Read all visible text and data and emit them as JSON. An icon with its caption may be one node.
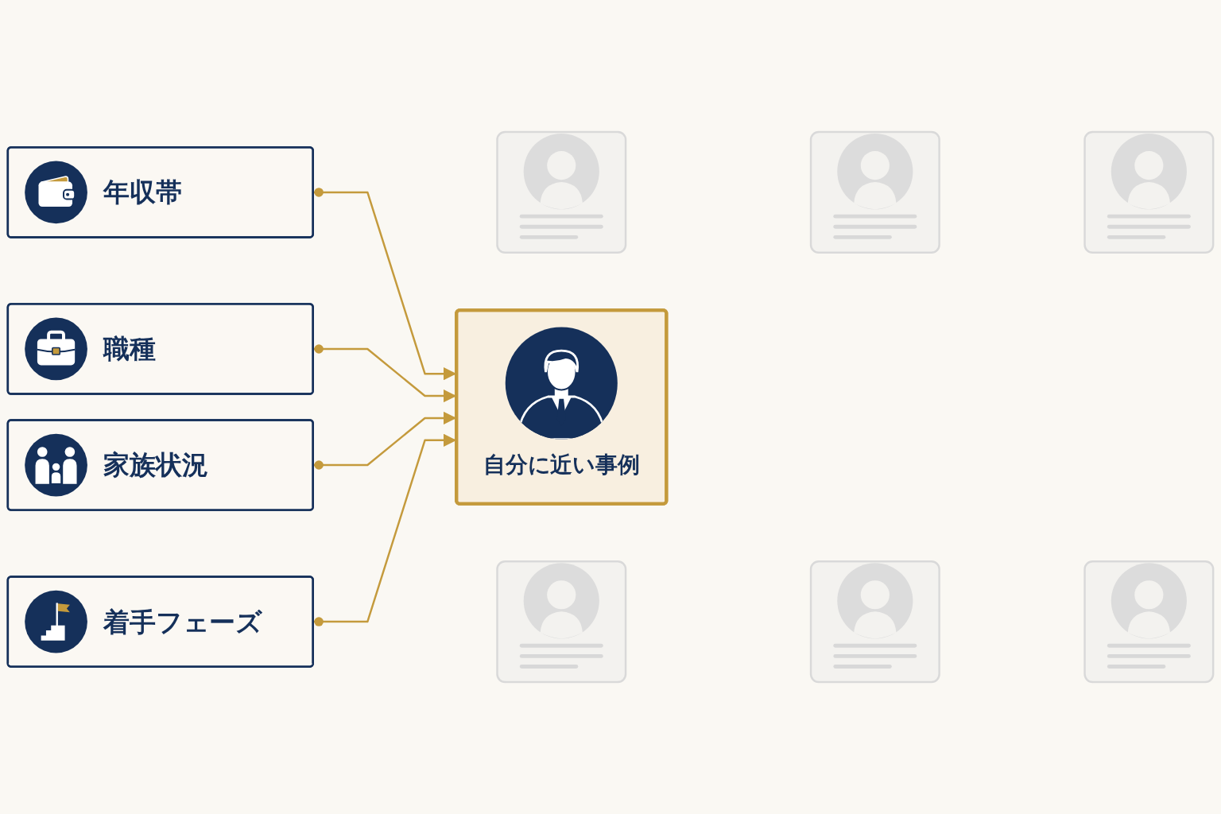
{
  "diagram": {
    "nodes": [
      {
        "text": [
          "年収帯"
        ]
      },
      {
        "text": [
          "職種"
        ]
      },
      {
        "text": [
          "家族状況"
        ]
      },
      {
        "text": [
          "着手フェーズ"
        ]
      },
      {
        "text": [],
        "shape": "box"
      },
      {
        "text": [],
        "shape": "box"
      },
      {
        "text": [],
        "shape": "box"
      },
      {
        "text": [
          "自分に近い事例"
        ]
      },
      {
        "text": [],
        "shape": "box"
      },
      {
        "text": [],
        "shape": "box"
      },
      {
        "text": [],
        "shape": "box"
      }
    ],
    "edges": [
      {
        "from": 0,
        "to": 7,
        "arrow": "to"
      },
      {
        "from": 1,
        "to": 7,
        "arrow": "to"
      },
      {
        "from": 2,
        "to": 7,
        "arrow": "to"
      },
      {
        "from": 3,
        "to": 7,
        "arrow": "to"
      }
    ]
  }
}
